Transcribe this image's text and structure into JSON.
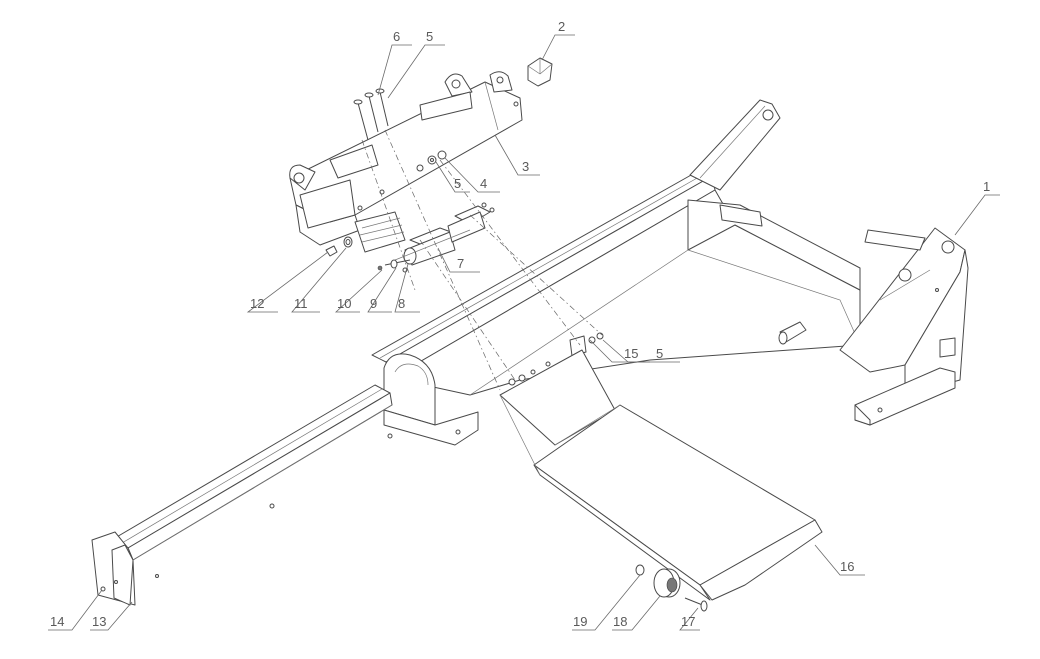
{
  "callouts": [
    {
      "id": "c1",
      "label": "1"
    },
    {
      "id": "c2",
      "label": "2"
    },
    {
      "id": "c3",
      "label": "3"
    },
    {
      "id": "c4",
      "label": "4"
    },
    {
      "id": "c5a",
      "label": "5"
    },
    {
      "id": "c5b",
      "label": "5"
    },
    {
      "id": "c5c",
      "label": "5"
    },
    {
      "id": "c6",
      "label": "6"
    },
    {
      "id": "c7",
      "label": "7"
    },
    {
      "id": "c8",
      "label": "8"
    },
    {
      "id": "c9",
      "label": "9"
    },
    {
      "id": "c10",
      "label": "10"
    },
    {
      "id": "c11",
      "label": "11"
    },
    {
      "id": "c12",
      "label": "12"
    },
    {
      "id": "c13",
      "label": "13"
    },
    {
      "id": "c14",
      "label": "14"
    },
    {
      "id": "c15",
      "label": "15"
    },
    {
      "id": "c16",
      "label": "16"
    },
    {
      "id": "c17",
      "label": "17"
    },
    {
      "id": "c18",
      "label": "18"
    },
    {
      "id": "c19",
      "label": "19"
    }
  ],
  "colors": {
    "line": "#4a4a4a",
    "text": "#5a5a5a",
    "background": "#ffffff"
  }
}
